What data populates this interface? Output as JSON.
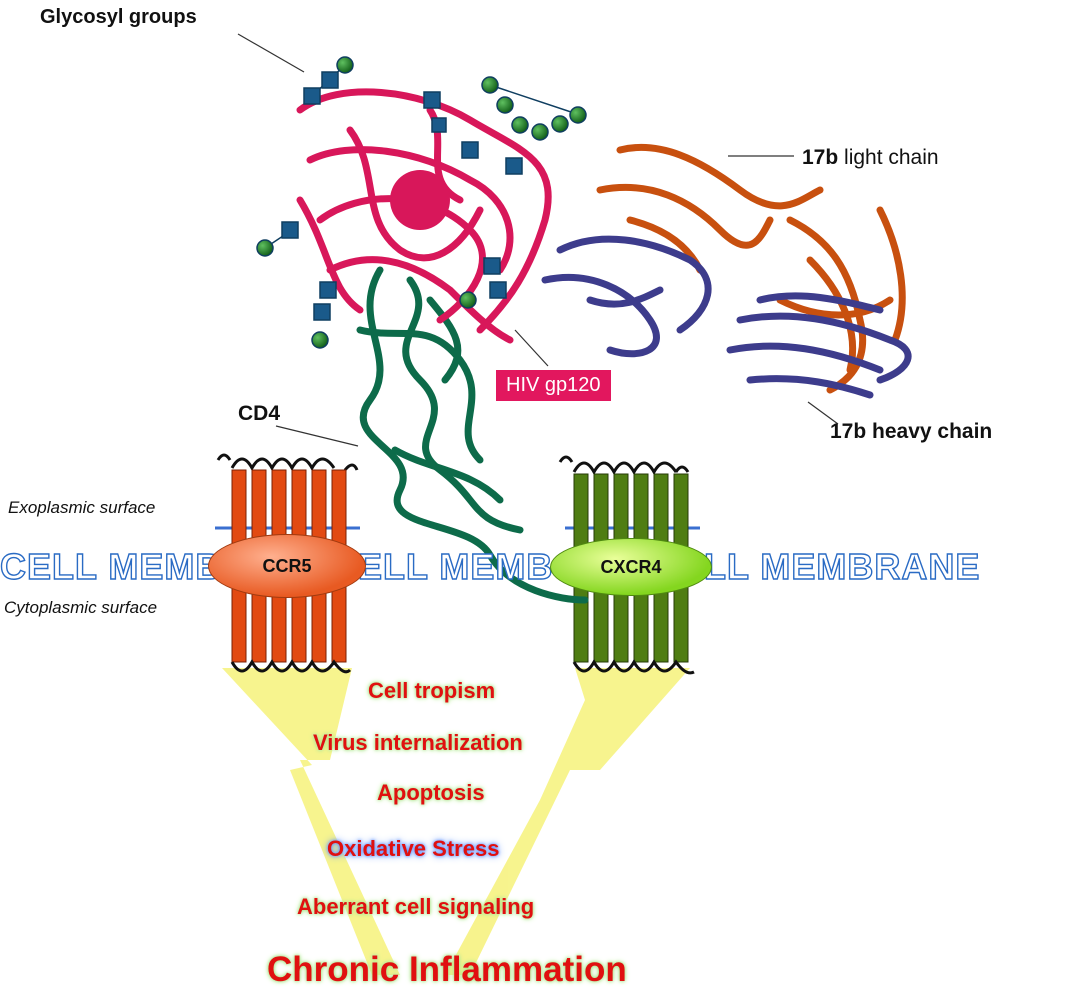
{
  "labels": {
    "glycosyl": "Glycosyl groups",
    "light_chain_bold": "17b",
    "light_chain_rest": " light chain",
    "hiv_gp120": "HIV gp120",
    "cd4": "CD4",
    "heavy_chain": "17b heavy chain",
    "exoplasmic": "Exoplasmic surface",
    "cytoplasmic": "Cytoplasmic surface",
    "membrane_1": "CELL MEMB",
    "membrane_2": "ELL MEMB",
    "membrane_3": "LL MEMBRANE",
    "ccr5": "CCR5",
    "cxcr4": "CXCR4"
  },
  "effects": {
    "e1": "Cell tropism",
    "e2": "Virus internalization",
    "e3": "Apoptosis",
    "e4": "Oxidative Stress",
    "e5": "Aberrant cell signaling",
    "outcome": "Chronic Inflammation"
  },
  "colors": {
    "gp120": "#d8175a",
    "cd4": "#0d6b4a",
    "light_chain": "#c8500f",
    "heavy_chain": "#3d3c8c",
    "glycan_square": "#1a5a8a",
    "glycan_sphere": "#1e7a22",
    "ccr5": "#e24a12",
    "cxcr4": "#4f7d12",
    "beam": "#f7f27a"
  }
}
